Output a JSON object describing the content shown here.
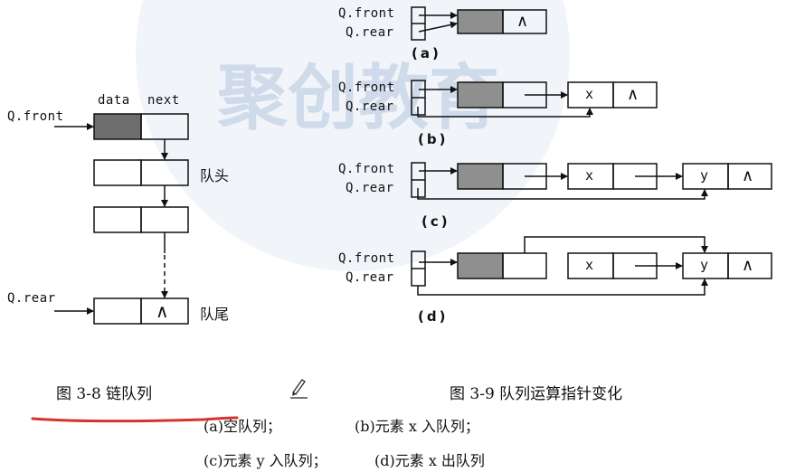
{
  "watermark": {
    "text": "聚创教育",
    "color": "#c7d4e6"
  },
  "fig38": {
    "header_data": "data",
    "header_next": "next",
    "front_label": "Q.front",
    "rear_label": "Q.rear",
    "head_label": "队头",
    "tail_label": "队尾",
    "null_symbol": "∧",
    "caption": "图 3-8  链队列"
  },
  "fig39": {
    "front_label": "Q.front",
    "rear_label": "Q.rear",
    "null_symbol": "∧",
    "x_value": "x",
    "y_value": "y",
    "sub_a": "(a)",
    "sub_b": "(b)",
    "sub_c": "(c)",
    "sub_d": "(d)",
    "caption": "图 3-9  队列运算指针变化"
  },
  "notes": {
    "a": "(a)空队列；",
    "b": "(b)元素 x 入队列；",
    "c": "(c)元素 y 入队列；",
    "d": "(d)元素 x 出队列"
  },
  "colors": {
    "head_fill_dark": "#6e6e6e",
    "head_fill_light": "#8f8f8f",
    "annotation": "#d8322d",
    "ink": "#111111"
  }
}
